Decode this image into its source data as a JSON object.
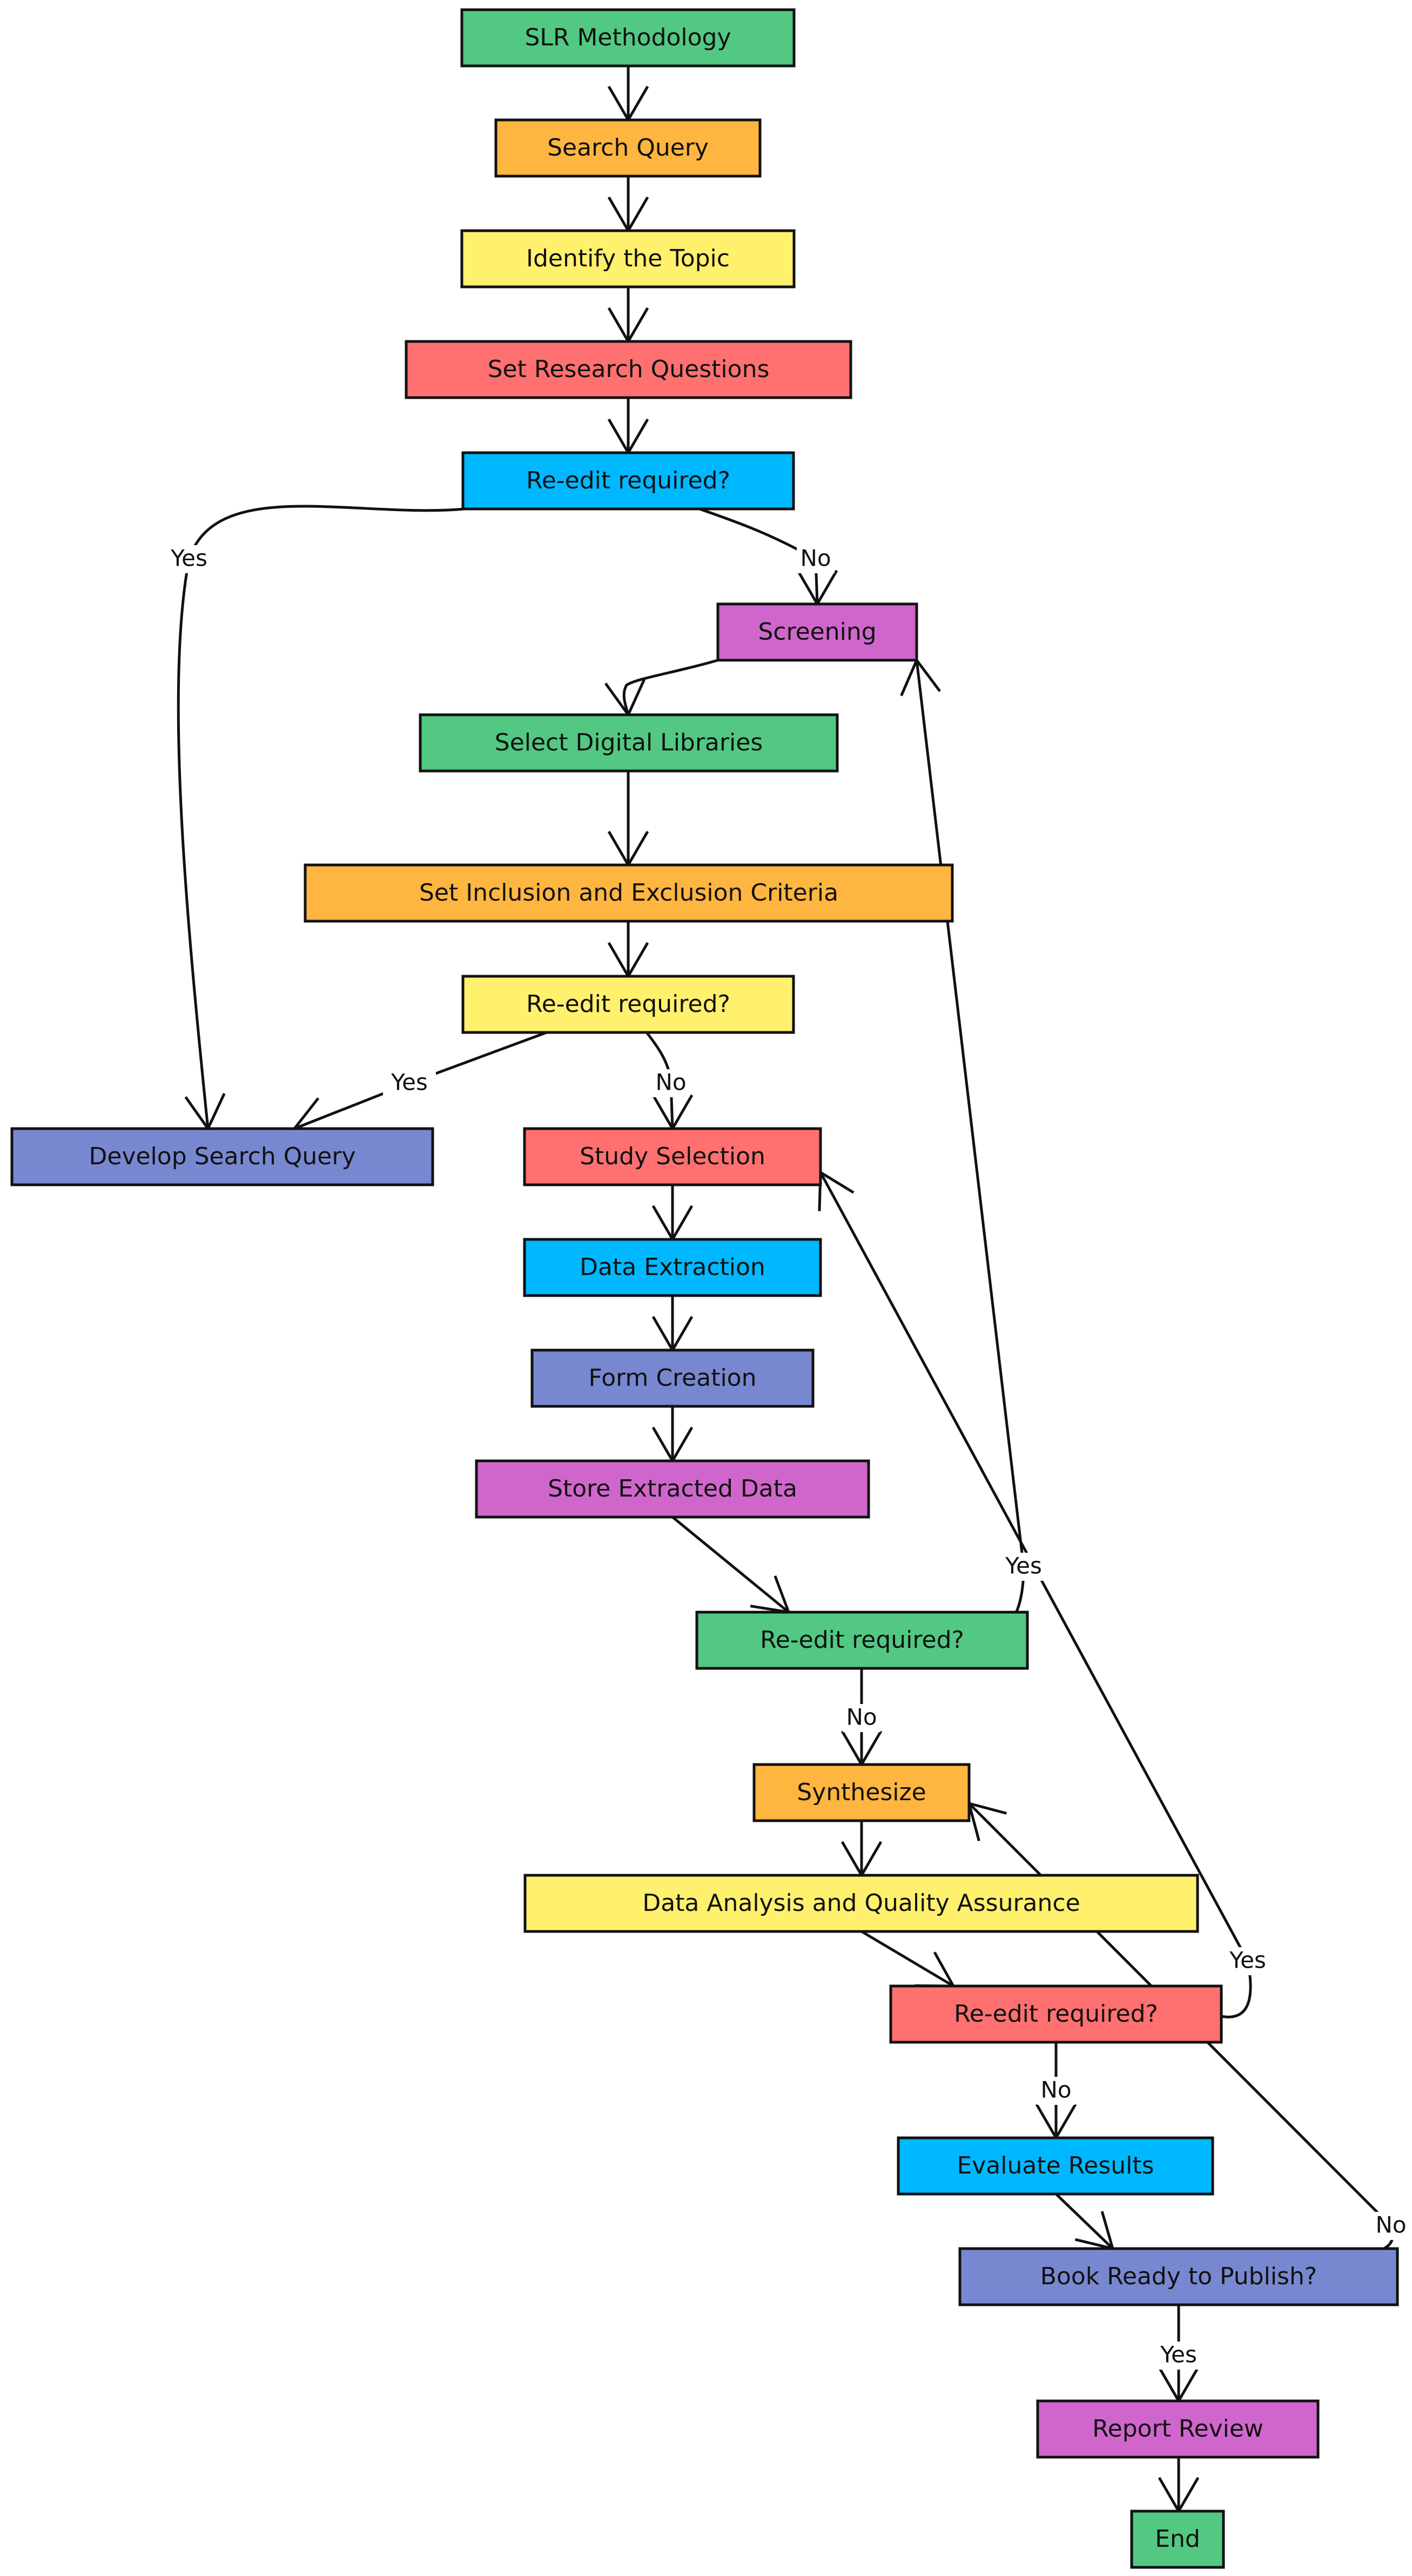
{
  "diagram": {
    "type": "flowchart",
    "colors": {
      "green": "#52c882",
      "orange": "#ffb640",
      "yellow": "#fff06e",
      "red": "#ff7070",
      "blue": "#00b8ff",
      "purple": "#d066cc",
      "indigo": "#7888d0",
      "stroke": "#111111"
    },
    "nodes": [
      {
        "id": "slr",
        "label": "SLR Methodology",
        "color": "green"
      },
      {
        "id": "search_query",
        "label": "Search Query",
        "color": "orange"
      },
      {
        "id": "identify_topic",
        "label": "Identify the Topic",
        "color": "yellow"
      },
      {
        "id": "research_questions",
        "label": "Set Research Questions",
        "color": "red"
      },
      {
        "id": "reedit_1",
        "label": "Re-edit required?",
        "color": "blue"
      },
      {
        "id": "screening",
        "label": "Screening",
        "color": "purple"
      },
      {
        "id": "digital_libraries",
        "label": "Select Digital Libraries",
        "color": "green"
      },
      {
        "id": "criteria",
        "label": "Set Inclusion and Exclusion Criteria",
        "color": "orange"
      },
      {
        "id": "reedit_2",
        "label": "Re-edit required?",
        "color": "yellow"
      },
      {
        "id": "develop_query",
        "label": "Develop Search Query",
        "color": "indigo"
      },
      {
        "id": "study_selection",
        "label": "Study Selection",
        "color": "red"
      },
      {
        "id": "data_extraction",
        "label": "Data Extraction",
        "color": "blue"
      },
      {
        "id": "form_creation",
        "label": "Form Creation",
        "color": "indigo"
      },
      {
        "id": "store_data",
        "label": "Store Extracted Data",
        "color": "purple"
      },
      {
        "id": "reedit_3",
        "label": "Re-edit required?",
        "color": "green"
      },
      {
        "id": "synthesize",
        "label": "Synthesize",
        "color": "orange"
      },
      {
        "id": "analysis_qa",
        "label": "Data Analysis and Quality Assurance",
        "color": "yellow"
      },
      {
        "id": "reedit_4",
        "label": "Re-edit required?",
        "color": "red"
      },
      {
        "id": "evaluate",
        "label": "Evaluate Results",
        "color": "blue"
      },
      {
        "id": "book_ready",
        "label": "Book Ready to Publish?",
        "color": "indigo"
      },
      {
        "id": "report_review",
        "label": "Report Review",
        "color": "purple"
      },
      {
        "id": "end",
        "label": "End",
        "color": "green"
      }
    ],
    "edges": [
      {
        "id": "e1",
        "from": "slr",
        "to": "search_query",
        "label": ""
      },
      {
        "id": "e2",
        "from": "search_query",
        "to": "identify_topic",
        "label": ""
      },
      {
        "id": "e3",
        "from": "identify_topic",
        "to": "research_questions",
        "label": ""
      },
      {
        "id": "e4",
        "from": "research_questions",
        "to": "reedit_1",
        "label": ""
      },
      {
        "id": "e5",
        "from": "reedit_1",
        "to": "develop_query",
        "label": "Yes"
      },
      {
        "id": "e6",
        "from": "reedit_1",
        "to": "screening",
        "label": "No"
      },
      {
        "id": "e7",
        "from": "screening",
        "to": "digital_libraries",
        "label": ""
      },
      {
        "id": "e8",
        "from": "digital_libraries",
        "to": "criteria",
        "label": ""
      },
      {
        "id": "e9",
        "from": "criteria",
        "to": "reedit_2",
        "label": ""
      },
      {
        "id": "e10",
        "from": "reedit_2",
        "to": "develop_query",
        "label": "Yes"
      },
      {
        "id": "e11",
        "from": "reedit_2",
        "to": "study_selection",
        "label": "No"
      },
      {
        "id": "e12",
        "from": "study_selection",
        "to": "data_extraction",
        "label": ""
      },
      {
        "id": "e13",
        "from": "data_extraction",
        "to": "form_creation",
        "label": ""
      },
      {
        "id": "e14",
        "from": "form_creation",
        "to": "store_data",
        "label": ""
      },
      {
        "id": "e15",
        "from": "store_data",
        "to": "reedit_3",
        "label": ""
      },
      {
        "id": "e16",
        "from": "reedit_3",
        "to": "screening",
        "label": "Yes"
      },
      {
        "id": "e17",
        "from": "reedit_3",
        "to": "synthesize",
        "label": "No"
      },
      {
        "id": "e18",
        "from": "synthesize",
        "to": "analysis_qa",
        "label": ""
      },
      {
        "id": "e19",
        "from": "analysis_qa",
        "to": "reedit_4",
        "label": ""
      },
      {
        "id": "e20",
        "from": "reedit_4",
        "to": "study_selection",
        "label": "Yes"
      },
      {
        "id": "e21",
        "from": "reedit_4",
        "to": "evaluate",
        "label": "No"
      },
      {
        "id": "e22",
        "from": "evaluate",
        "to": "book_ready",
        "label": ""
      },
      {
        "id": "e23",
        "from": "book_ready",
        "to": "synthesize",
        "label": "No"
      },
      {
        "id": "e24",
        "from": "book_ready",
        "to": "report_review",
        "label": "Yes"
      },
      {
        "id": "e25",
        "from": "report_review",
        "to": "end",
        "label": ""
      }
    ]
  }
}
